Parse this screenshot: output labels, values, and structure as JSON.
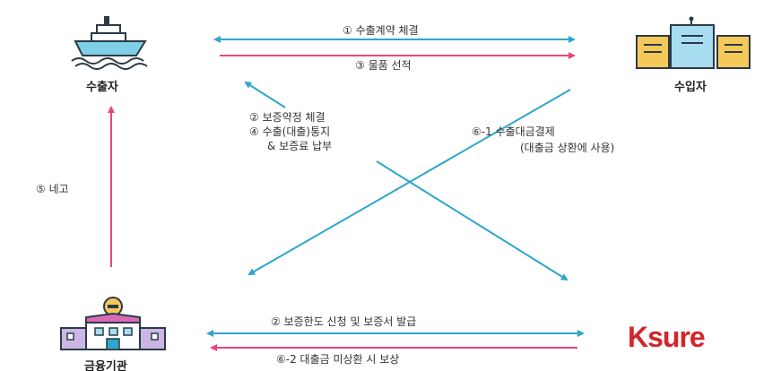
{
  "actors": {
    "exporter": "수출자",
    "importer": "수입자",
    "bank": "금융기관",
    "ksure_logo": "Ksure"
  },
  "flows": {
    "export_contract": "① 수출계약 체결",
    "shipment": "③ 물품 선적",
    "guarantee_agreement": "② 보증약정 체결",
    "export_notice": "④ 수출(대출)통지",
    "fee_payment": "& 보증료 납부",
    "export_payment": "⑥-1 수출대금결제",
    "loan_repayment": "(대출금 상환에 사용)",
    "negotiation": "⑤ 네고",
    "guarantee_limit": "② 보증한도 신청 및 보증서 발급",
    "compensation": "⑥-2 대출금 미상환 시 보상"
  },
  "colors": {
    "blue_arrow": "#2ea6cc",
    "pink_arrow": "#e8467c",
    "ksure_red": "#d3252b"
  },
  "icons": [
    "ship-icon",
    "building-icon",
    "bank-icon"
  ]
}
